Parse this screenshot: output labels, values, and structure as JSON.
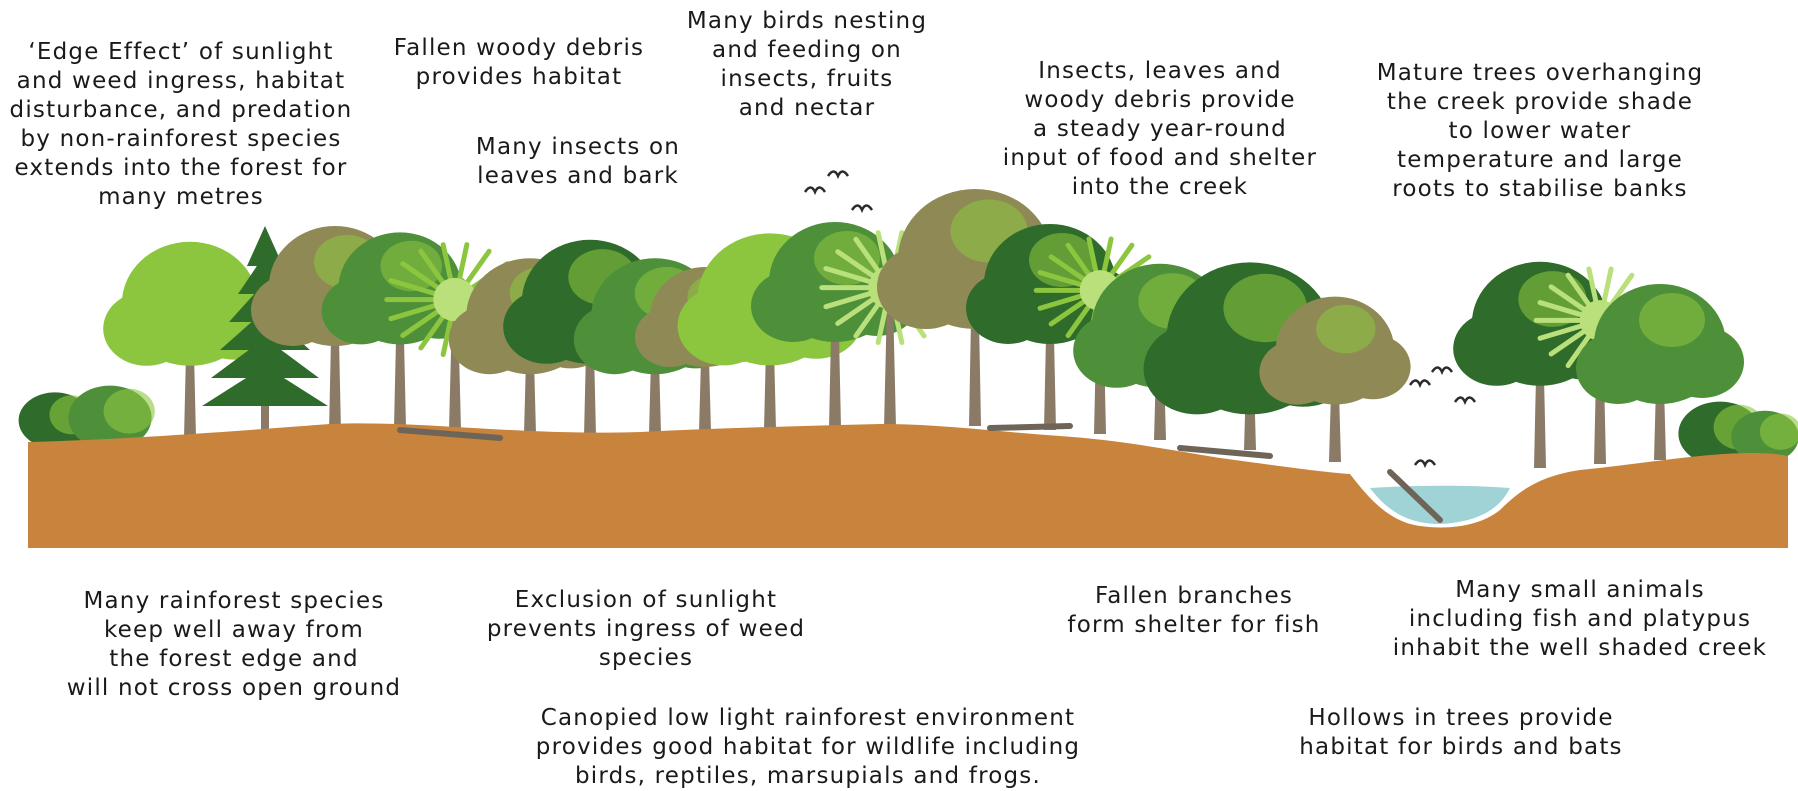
{
  "labels": {
    "edge_effect": "‘Edge Effect’ of sunlight\nand weed ingress, habitat\ndisturbance, and predation\nby non-rainforest species\nextends into the forest for\nmany metres",
    "fallen_debris": "Fallen woody debris\nprovides habitat",
    "birds_nesting": "Many birds nesting\nand feeding on\ninsects, fruits\nand nectar",
    "insects_bark": "Many insects on\nleaves and bark",
    "insects_leaves": "Insects, leaves and\nwoody debris provide\na steady year-round\ninput of food and shelter\ninto the creek",
    "mature_trees": "Mature trees overhanging\nthe creek provide shade\nto lower water\ntemperature and large\nroots to stabilise banks",
    "rainforest_species": "Many rainforest species\nkeep well away from\nthe forest edge and\nwill not cross open ground",
    "exclusion_sunlight": "Exclusion of sunlight\nprevents ingress of weed\nspecies",
    "fallen_branches": "Fallen branches\nform shelter for fish",
    "small_animals": "Many small animals\nincluding fish and platypus\ninhabit the well shaded creek",
    "canopied": "Canopied low light rainforest environment\nprovides good habitat for wildlife including\nbirds, reptiles, marsupials and frogs.",
    "hollows": "Hollows in trees provide\nhabitat for birds and bats"
  },
  "colors": {
    "ground": "#c8843d",
    "water": "#9fd3d6",
    "trunk": "#8a7a66",
    "foliage_dark": "#2f6b2a",
    "foliage_mid": "#4e8f3a",
    "foliage_light": "#8cc63f",
    "foliage_olive": "#8f8a55",
    "palm": "#b9e07a"
  }
}
